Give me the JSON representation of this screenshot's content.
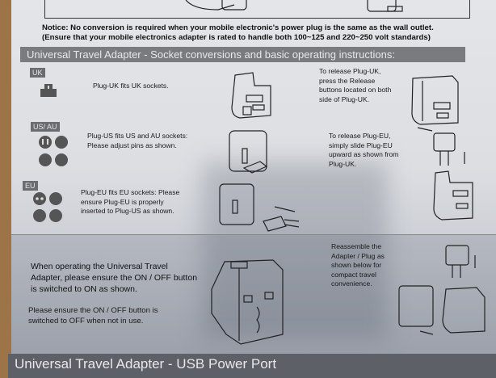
{
  "notice": {
    "line1": "Notice: No conversion is required when your mobile electronic's power plug is the same as the wall outlet.",
    "line2": "(Ensure that your mobile electronics adapter is rated to handle both 100~125 and 220~250 volt standards)"
  },
  "section_header": "Universal Travel Adapter - Socket conversions and basic operating instructions:",
  "uk": {
    "label": "UK",
    "description": "Plug-UK fits UK sockets.",
    "release": "To release Plug-UK,\npress the Release\nbuttons located on both\nside of Plug-UK."
  },
  "us_au": {
    "label": "US/ AU",
    "description": "Plug-US fits US and AU sockets:\nPlease adjust pins as shown.",
    "release": "To release Plug-EU,\nsimply slide Plug-EU\nupward as shown from\nPlug-UK."
  },
  "eu": {
    "label": "EU",
    "description": "Plug-EU fits EU sockets: Please\nensure Plug-EU is properly\ninserted to Plug-US as shown."
  },
  "operation": {
    "on_text": "When operating the Universal Travel\nAdapter, please ensure the ON / OFF button\nis switched to ON as shown.",
    "off_text": "Please  ensure the ON / OFF button is\nswitched to OFF when not in use.",
    "reassemble": "Reassemble the\nAdapter / Plug as\nshown below for\ncompact travel\nconvenience."
  },
  "footer_header": "Universal Travel Adapter  - USB Power Port"
}
